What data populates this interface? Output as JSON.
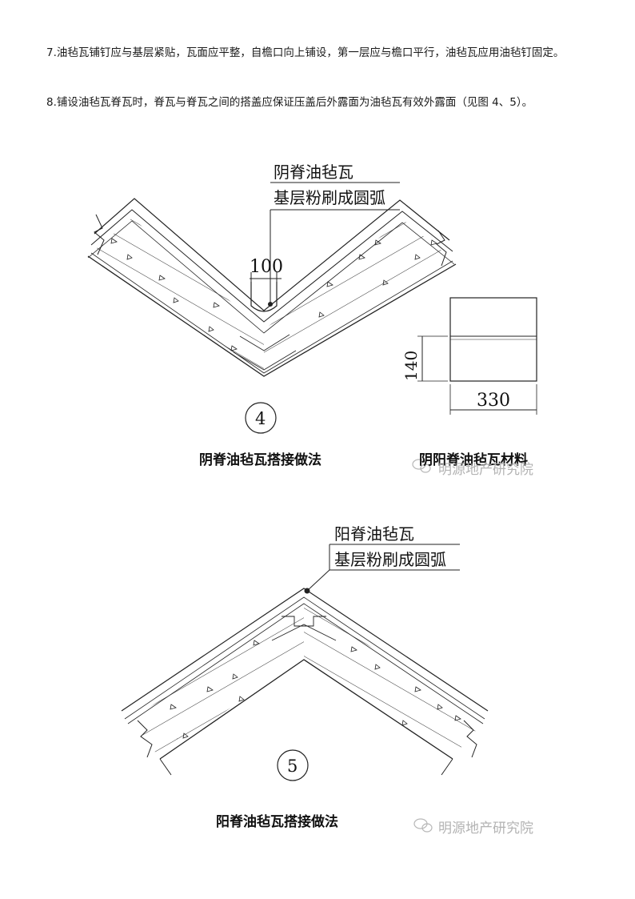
{
  "paragraphs": {
    "p7": "7.油毡瓦铺钉应与基层紧贴，瓦面应平整，自檐口向上铺设，第一层应与檐口平行，油毡瓦应用油毡钉固定。",
    "p8": "8.铺设油毡瓦脊瓦时，脊瓦与脊瓦之间的搭盖应保证压盖后外露面为油毡瓦有效外露面（见图 4、5）。"
  },
  "figure_top": {
    "label_line1": "阴脊油毡瓦",
    "label_line2": "基层粉刷成圆弧",
    "dim_width": "100",
    "number": "4",
    "caption": "阴脊油毡瓦搭接做法"
  },
  "material": {
    "dim_height": "140",
    "dim_width": "330",
    "caption": "阴阳脊油毡瓦材料"
  },
  "figure_bottom": {
    "label_line1": "阳脊油毡瓦",
    "label_line2": "基层粉刷成圆弧",
    "number": "5",
    "caption": "阳脊油毡瓦搭接做法"
  },
  "watermark": {
    "text": "明源地产研究院",
    "icon": "wechat-icon"
  }
}
